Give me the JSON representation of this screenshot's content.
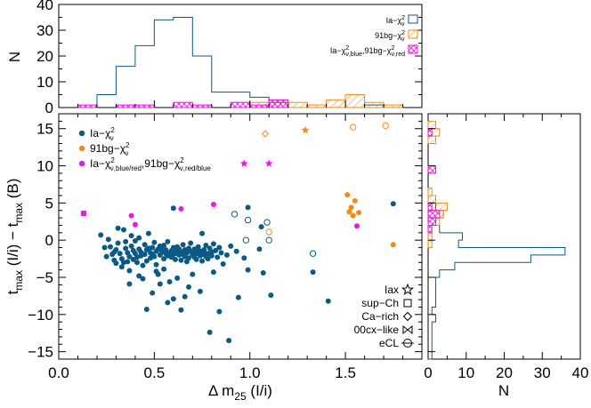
{
  "chart_data": [
    {
      "panel": "main",
      "type": "scatter",
      "xlabel_main": "Δ m",
      "xlabel_sub": "25",
      "xlabel_unit": " (I/i)",
      "ylabel_t1": "t",
      "ylabel_s1": "max",
      "ylabel_mid": " (I/i) − t",
      "ylabel_s2": "max",
      "ylabel_end": " (B)",
      "xlim": [
        0.0,
        1.9
      ],
      "ylim": [
        -16,
        17
      ],
      "xticks": [
        "0.0",
        "0.5",
        "1.0",
        "1.5"
      ],
      "yticks": [
        "−15",
        "−10",
        "−5",
        "0",
        "5",
        "10",
        "15"
      ],
      "colors": {
        "ia": "#0b5a85",
        "bg91": "#f28a1a",
        "blue_red": "#ee15e6"
      },
      "legend_groups": [
        {
          "label": "Ia−χ",
          "sup": "2",
          "sub": "ν"
        },
        {
          "label": "91bg−χ",
          "sup": "2",
          "sub": "ν"
        },
        {
          "label": "Ia−χ",
          "sup": "2",
          "sub": "ν,blue/red",
          "label2": ",91bg−χ",
          "sup2": "2",
          "sub2": "ν,red/blue"
        }
      ],
      "legend_markers": [
        "Iax",
        "sup−Ch",
        "Ca−rich",
        "00cx−like",
        "eCL"
      ],
      "series": [
        {
          "name": "Ia−χ²ν",
          "color": "#0b5a85",
          "marker": "dot",
          "points": [
            [
              0.22,
              0.7
            ],
            [
              0.24,
              -1.0
            ],
            [
              0.25,
              -2.2
            ],
            [
              0.26,
              0.1
            ],
            [
              0.27,
              -0.9
            ],
            [
              0.28,
              -1.9
            ],
            [
              0.29,
              -1.6
            ],
            [
              0.29,
              -2.7
            ],
            [
              0.3,
              -1.3
            ],
            [
              0.3,
              -3.1
            ],
            [
              0.31,
              -0.4
            ],
            [
              0.31,
              1.6
            ],
            [
              0.32,
              -1.8
            ],
            [
              0.33,
              -2.5
            ],
            [
              0.33,
              -3.6
            ],
            [
              0.34,
              1.4
            ],
            [
              0.35,
              -1.1
            ],
            [
              0.35,
              -0.2
            ],
            [
              0.36,
              -2.9
            ],
            [
              0.36,
              -1.7
            ],
            [
              0.37,
              -2.2
            ],
            [
              0.37,
              -4.1
            ],
            [
              0.38,
              0.6
            ],
            [
              0.38,
              -0.8
            ],
            [
              0.39,
              -1.4
            ],
            [
              0.39,
              -2.6
            ],
            [
              0.4,
              -0.1
            ],
            [
              0.4,
              -1.8
            ],
            [
              0.41,
              -2.3
            ],
            [
              0.41,
              -3.0
            ],
            [
              0.42,
              0.3
            ],
            [
              0.42,
              -1.2
            ],
            [
              0.43,
              -2.1
            ],
            [
              0.43,
              -1.6
            ],
            [
              0.44,
              -3.4
            ],
            [
              0.45,
              -0.6
            ],
            [
              0.45,
              -1.9
            ],
            [
              0.46,
              -1.3
            ],
            [
              0.46,
              -2.8
            ],
            [
              0.47,
              0.9
            ],
            [
              0.47,
              -1.1
            ],
            [
              0.48,
              -2.4
            ],
            [
              0.48,
              -1.7
            ],
            [
              0.49,
              -1.9
            ],
            [
              0.49,
              -1.0
            ],
            [
              0.5,
              -2.2
            ],
            [
              0.5,
              -0.3
            ],
            [
              0.51,
              -1.5
            ],
            [
              0.51,
              -3.3
            ],
            [
              0.52,
              -4.6
            ],
            [
              0.52,
              -1.2
            ],
            [
              0.53,
              -0.8
            ],
            [
              0.53,
              -2.0
            ],
            [
              0.54,
              -1.6
            ],
            [
              0.54,
              -1.1
            ],
            [
              0.55,
              -2.5
            ],
            [
              0.55,
              -0.7
            ],
            [
              0.56,
              -1.8
            ],
            [
              0.56,
              -1.3
            ],
            [
              0.57,
              -2.1
            ],
            [
              0.57,
              -0.2
            ],
            [
              0.58,
              -1.7
            ],
            [
              0.58,
              -5.6
            ],
            [
              0.59,
              -1.4
            ],
            [
              0.59,
              -2.3
            ],
            [
              0.6,
              -1.0
            ],
            [
              0.6,
              -1.9
            ],
            [
              0.61,
              -1.5
            ],
            [
              0.61,
              -2.6
            ],
            [
              0.62,
              -0.9
            ],
            [
              0.62,
              -1.8
            ],
            [
              0.63,
              -2.0
            ],
            [
              0.63,
              -1.2
            ],
            [
              0.64,
              -2.7
            ],
            [
              0.64,
              -1.6
            ],
            [
              0.65,
              -0.6
            ],
            [
              0.65,
              -1.9
            ],
            [
              0.66,
              -2.2
            ],
            [
              0.66,
              -1.3
            ],
            [
              0.67,
              -1.7
            ],
            [
              0.67,
              -2.9
            ],
            [
              0.68,
              -1.1
            ],
            [
              0.68,
              -2.4
            ],
            [
              0.69,
              -1.5
            ],
            [
              0.69,
              -0.4
            ],
            [
              0.7,
              -2.0
            ],
            [
              0.7,
              -1.7
            ],
            [
              0.71,
              -2.3
            ],
            [
              0.71,
              -1.2
            ],
            [
              0.72,
              -1.8
            ],
            [
              0.72,
              -2.6
            ],
            [
              0.73,
              -1.4
            ],
            [
              0.73,
              -0.9
            ],
            [
              0.74,
              -2.1
            ],
            [
              0.74,
              -1.5
            ],
            [
              0.75,
              -1.9
            ],
            [
              0.75,
              -2.8
            ],
            [
              0.76,
              -1.3
            ],
            [
              0.76,
              -1.6
            ],
            [
              0.77,
              -2.2
            ],
            [
              0.77,
              -0.7
            ],
            [
              0.78,
              -1.8
            ],
            [
              0.78,
              -2.5
            ],
            [
              0.79,
              -1.1
            ],
            [
              0.8,
              -1.6
            ],
            [
              0.8,
              -2.1
            ],
            [
              0.81,
              -0.5
            ],
            [
              0.82,
              -1.4
            ],
            [
              0.83,
              -2.3
            ],
            [
              0.84,
              -1.0
            ],
            [
              0.85,
              -1.7
            ],
            [
              0.86,
              -3.2
            ],
            [
              0.88,
              -2.0
            ],
            [
              0.9,
              -0.8
            ],
            [
              0.93,
              -1.5
            ],
            [
              0.97,
              -2.4
            ],
            [
              1.05,
              -1.2
            ],
            [
              0.34,
              -3.0
            ],
            [
              0.37,
              -5.9
            ],
            [
              0.42,
              -4.8
            ],
            [
              0.44,
              -5.2
            ],
            [
              0.46,
              -9.3
            ],
            [
              0.49,
              -7.1
            ],
            [
              0.51,
              -4.2
            ],
            [
              0.53,
              -5.9
            ],
            [
              0.55,
              -3.9
            ],
            [
              0.57,
              -8.4
            ],
            [
              0.6,
              -7.9
            ],
            [
              0.62,
              -5.1
            ],
            [
              0.64,
              -9.4
            ],
            [
              0.66,
              -7.6
            ],
            [
              0.68,
              -6.3
            ],
            [
              0.7,
              -4.6
            ],
            [
              0.74,
              -6.9
            ],
            [
              0.79,
              -12.4
            ],
            [
              0.81,
              -4.3
            ],
            [
              0.84,
              -9.6
            ],
            [
              0.89,
              -13.5
            ],
            [
              0.94,
              -7.7
            ],
            [
              0.99,
              -4.0
            ],
            [
              1.07,
              -4.4
            ],
            [
              1.11,
              -7.4
            ],
            [
              1.33,
              -4.3
            ],
            [
              1.41,
              -8.2
            ],
            [
              0.6,
              4.3
            ],
            [
              0.75,
              0.9
            ],
            [
              0.99,
              4.4
            ],
            [
              1.06,
              1.8
            ],
            [
              1.75,
              4.9
            ]
          ]
        },
        {
          "name": "91bg−χ²ν",
          "color": "#f28a1a",
          "marker": "dot",
          "points": [
            [
              1.51,
              6.1
            ],
            [
              1.52,
              3.8
            ],
            [
              1.53,
              4.4
            ],
            [
              1.54,
              3.3
            ],
            [
              1.55,
              5.3
            ],
            [
              1.57,
              3.7
            ],
            [
              1.75,
              -0.6
            ]
          ]
        },
        {
          "name": "Ia−χ²ν,blue/red,91bg−χ²ν,red/blue",
          "color": "#ee15e6",
          "marker": "dot",
          "points": [
            [
              0.38,
              3.3
            ],
            [
              0.4,
              2.1
            ],
            [
              0.64,
              4.2
            ],
            [
              0.81,
              4.8
            ],
            [
              1.56,
              1.9
            ]
          ]
        },
        {
          "name": "Iax",
          "marker": "star",
          "points": [
            [
              0.97,
              10.3,
              "blue_red"
            ],
            [
              1.1,
              10.3,
              "blue_red"
            ],
            [
              1.29,
              14.8,
              "bg91"
            ]
          ]
        },
        {
          "name": "sup−Ch",
          "marker": "square",
          "points": [
            [
              0.13,
              3.6,
              "blue_red"
            ]
          ]
        },
        {
          "name": "Ca−rich",
          "marker": "diamond",
          "points": [
            [
              1.08,
              14.3,
              "bg91"
            ]
          ]
        },
        {
          "name": "00cx−like",
          "marker": "bowtie",
          "points": []
        },
        {
          "name": "eCL",
          "marker": "circle-open",
          "points": [
            [
              0.92,
              3.5,
              "ia"
            ],
            [
              0.99,
              2.7,
              "ia"
            ],
            [
              1.09,
              2.4,
              "ia"
            ],
            [
              0.98,
              0.0,
              "ia"
            ],
            [
              1.1,
              0.0,
              "ia"
            ],
            [
              1.33,
              -1.8,
              "ia"
            ],
            [
              1.1,
              1.1,
              "bg91"
            ],
            [
              1.54,
              15.2,
              "bg91"
            ],
            [
              1.71,
              15.4,
              "bg91"
            ]
          ]
        }
      ]
    },
    {
      "panel": "top-histogram",
      "type": "histogram",
      "ylabel": "N",
      "ylim": [
        0,
        40
      ],
      "yticks": [
        "0",
        "10",
        "20",
        "30",
        "40"
      ],
      "xlim": [
        0.0,
        1.9
      ],
      "bin_width": 0.1,
      "legend": [
        {
          "label": "Ia−χ",
          "sup": "2",
          "sub": "ν"
        },
        {
          "label": "91bg−χ",
          "sup": "2",
          "sub": "ν"
        },
        {
          "label": "Ia−χ",
          "sup": "2",
          "sub": "ν,blue",
          "label2": ",91bg−χ",
          "sup2": "2",
          "sub2": "ν,red"
        }
      ],
      "series": [
        {
          "name": "Ia−χ²ν",
          "color": "#0b5a85",
          "style": "step",
          "edges": [
            0.1,
            0.2,
            0.3,
            0.4,
            0.5,
            0.6,
            0.7,
            0.8,
            0.9,
            1.0,
            1.1,
            1.2,
            1.3,
            1.4,
            1.5,
            1.6,
            1.7,
            1.8
          ],
          "counts": [
            0,
            5,
            16,
            24,
            34,
            35,
            20,
            6,
            6,
            4,
            2,
            0,
            0,
            0,
            0,
            1,
            0
          ]
        },
        {
          "name": "91bg−χ²ν",
          "color": "#f28a1a",
          "style": "hatch-orange",
          "edges": [
            1.0,
            1.1,
            1.2,
            1.3,
            1.4,
            1.5,
            1.6,
            1.7,
            1.8
          ],
          "counts": [
            2,
            3,
            2,
            1,
            3,
            5,
            2,
            1
          ]
        },
        {
          "name": "Ia−χ²ν,blue,91bg−χ²ν,red",
          "color": "#ee15e6",
          "style": "hatch-magenta",
          "edges": [
            0.1,
            0.2,
            0.3,
            0.4,
            0.5,
            0.6,
            0.7,
            0.8,
            0.9,
            1.0,
            1.1,
            1.2
          ],
          "counts": [
            1,
            0,
            1,
            1,
            0,
            2,
            1,
            0,
            2,
            1,
            3
          ]
        }
      ]
    },
    {
      "panel": "right-histogram",
      "type": "histogram",
      "xlabel": "N",
      "xlim": [
        0,
        40
      ],
      "xticks": [
        "0",
        "10",
        "20",
        "30",
        "40"
      ],
      "ylim": [
        -16,
        17
      ],
      "bin_width": 1,
      "series": [
        {
          "name": "Ia−χ²ν",
          "color": "#0b5a85",
          "style": "step",
          "edges": [
            -16,
            -15,
            -14,
            -13,
            -12,
            -11,
            -10,
            -9,
            -8,
            -7,
            -6,
            -5,
            -4,
            -3,
            -2,
            -1,
            0,
            1,
            2,
            3,
            4,
            5,
            6
          ],
          "counts": [
            1,
            1,
            1,
            1,
            1,
            2,
            1,
            2,
            2,
            2,
            2,
            3,
            7,
            27,
            36,
            8,
            9,
            3,
            2,
            4,
            2,
            0
          ]
        },
        {
          "name": "91bg−χ²ν",
          "color": "#f28a1a",
          "style": "hatch-orange",
          "edges": [
            -1,
            0,
            1,
            2,
            3,
            4,
            5,
            6,
            7,
            13,
            14,
            15,
            16
          ],
          "counts": [
            1,
            1,
            0,
            3,
            4,
            5,
            2,
            1,
            0,
            2,
            3,
            2
          ]
        },
        {
          "name": "Ia−χ²ν,blue,91bg−χ²ν,red",
          "color": "#ee15e6",
          "style": "hatch-magenta",
          "edges": [
            1,
            2,
            3,
            4,
            5,
            6,
            9,
            10,
            11,
            14,
            15
          ],
          "counts": [
            1,
            2,
            3,
            1,
            0,
            0,
            2,
            0,
            0,
            1
          ]
        }
      ]
    }
  ]
}
